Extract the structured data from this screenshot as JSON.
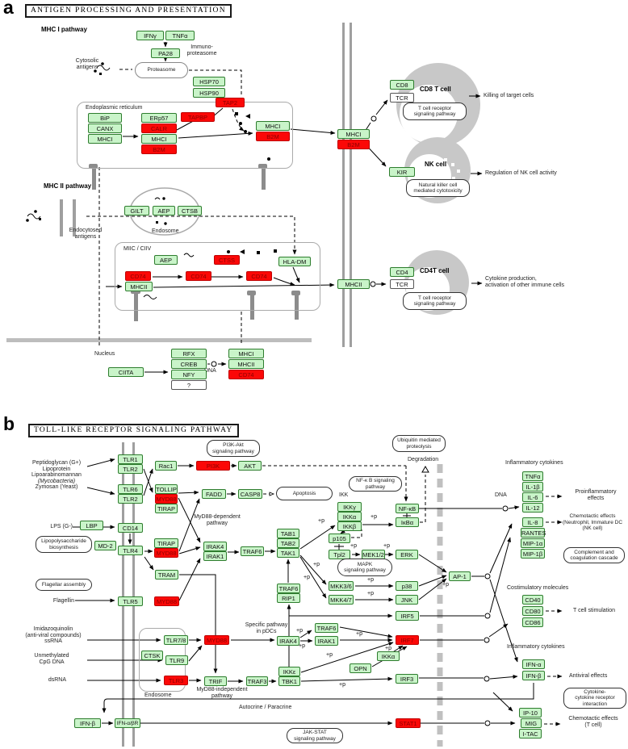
{
  "colors": {
    "node_green": "#c9f4c9",
    "node_red": "#fb0807",
    "red_text": "#8b0000",
    "membrane_gray": "#9f9f9f",
    "nuclear_bar": "#bdbdbd",
    "cell_gray": "#c8c8c8"
  },
  "g": {
    "ifng": "IFNγ",
    "tnfa": "TNFα",
    "pa28": "PA28",
    "hsp70": "HSP70",
    "hsp90": "HSP90",
    "tap2": "TAP2",
    "bip": "BiP",
    "canx": "CANX",
    "mhci": "MHCI",
    "erp57": "ERp57",
    "calr": "CALR",
    "b2m": "B2M",
    "tapbp": "TAPBP",
    "cd8": "CD8",
    "tcr": "TCR",
    "kir": "KIR",
    "gilt": "GILT",
    "aep": "AEP",
    "ctsb": "CTSB",
    "cd74": "CD74",
    "mhcii": "MHCII",
    "ctss": "CTSS",
    "hladm": "HLA-DM",
    "cd4": "CD4",
    "ciita": "CIITA",
    "rfx": "RFX",
    "creb": "CREB",
    "nfy": "NFY",
    "q": "?",
    "tlr1": "TLR1",
    "tlr2": "TLR2",
    "tlr6": "TLR6",
    "rac1": "Rac1",
    "pi3k": "PI3K",
    "akt": "AKT",
    "tollip": "TOLLIP",
    "myd88": "MYD88",
    "tirap": "TIRAP",
    "fadd": "FADD",
    "casp8": "CASP8",
    "lbp": "LBP",
    "cd14": "CD14",
    "md2": "MD-2",
    "tlr4": "TLR4",
    "tram": "TRAM",
    "tlr5": "TLR5",
    "irak4": "IRAK4",
    "irak1": "IRAK1",
    "traf6": "TRAF6",
    "tab1": "TAB1",
    "tab2": "TAB2",
    "tak1": "TAK1",
    "rip1": "RIP1",
    "ikkg": "IKKγ",
    "ikka": "IKKα",
    "ikkb": "IKKβ",
    "nfkb": "NF-κB",
    "ikba": "IκBα",
    "p105": "p105",
    "tpl2": "Tpl2",
    "mek12": "MEK1/2",
    "erk": "ERK",
    "mkk36": "MKK3/6",
    "p38": "p38",
    "mkk47": "MKK4/7",
    "jnk": "JNK",
    "ap1": "AP-1",
    "irf5": "IRF5",
    "irf7": "IRF7",
    "opn": "OPN",
    "tlr78": "TLR7/8",
    "ctsk": "CTSK",
    "tlr9": "TLR9",
    "tlr3": "TLR3",
    "trif": "TRIF",
    "traf3": "TRAF3",
    "ikke": "IKKε",
    "tbk1": "TBK1",
    "irf3": "IRF3",
    "il1b": "IL-1β",
    "il6": "IL-6",
    "il12": "IL-12",
    "il8": "IL-8",
    "rantes": "RANTES",
    "mip1a": "MIP-1α",
    "mip1b": "MIP-1β",
    "cd40": "CD40",
    "cd80": "CD80",
    "cd86": "CD86",
    "ifna": "IFN-α",
    "ifnb": "IFN-β",
    "ip10": "IP-10",
    "mig": "MIG",
    "itac": "I-TAC",
    "ifnabr": "IFN-α/βR",
    "stat1": "STAT1"
  },
  "pw": {
    "prot": "Proteasome",
    "tcr1": "T cell receptor",
    "sig": "signaling pathway",
    "nk1": "Natural killer cell",
    "nk2": "mediated cytotoxicity",
    "pi3k1": "PI3K-Akt",
    "ubiq1": "Ubiquitin mediated",
    "ubiq2": "proteolysis",
    "nfkb1": "NF-κ B signaling",
    "path": "pathway",
    "apoptosis": "Apoptosis",
    "mapk": "MAPK",
    "comp1": "Complement and",
    "comp2": "coagulation cascade",
    "cyt1": "Cytokine-",
    "cyt2": "cytokine receptor",
    "cyt3": "interaction",
    "jak": "JAK-STAT",
    "lps1": "Lipopolysaccharide",
    "lps2": "biosynthesis",
    "flag": "Flagellar assembly"
  },
  "t": {
    "letter_a": "a",
    "letter_b": "b",
    "a_title": "ANTIGEN PROCESSING AND PRESENTATION",
    "b_title": "TOLL-LIKE RECEPTOR SIGNALING PATHWAY",
    "mhc1": "MHC I pathway",
    "mhc2": "MHC II pathway",
    "immuno1": "Immuno-",
    "immuno2": "proteasome",
    "cyto1": "Cytosolic",
    "cyto2": "antigens",
    "er": "Endoplasmic reticulum",
    "endoc1": "Endocytosed",
    "endoc2": "antigens",
    "endosome": "Endosome",
    "miic": "MIIC / CIIV",
    "nucleus": "Nucleus",
    "dna": "DNA",
    "cd8tcell": "CD8 T cell",
    "killing": "Killing of target cells",
    "nkcell": "NK cell",
    "regnk": "Regulation of NK cell activity",
    "cd4tcell": "CD4T cell",
    "cytprod1": "Cytokine production,",
    "cytprod2": "activation of other immune cells",
    "pep1": "Peptidoglycan (G+)",
    "pep2": "Lipoprotein",
    "pep3": "Lipoarabinomannan",
    "pep4": "(Mycobacteria)",
    "pep5": "Zymosan (Yeast)",
    "lps": "LPS (G-)",
    "flagellin": "Flagellin",
    "imid1": "Imidazoquinolin",
    "imid2": "(anti-viral compounds)",
    "imid3": "ssRNA",
    "unmeth1": "Unmethylated",
    "unmeth2": "CpG DNA",
    "dsrna": "dsRNA",
    "myd88dep1": "MyD88-dependent",
    "myd88dep2": "pathway",
    "myd88ind1": "MyD88-independent",
    "myd88ind2": "pathway",
    "specific1": "Specific pathway",
    "specific2": "in pDCs",
    "ikk": "IKK",
    "degradation": "Degradation",
    "autocrine": "Autocrine / Paracrine",
    "inflam": "Inflammatory cytokines",
    "costim": "Costimulatory molecules",
    "proinflam1": "Proinflammatory",
    "proinflam2": "effects",
    "chemo1": "Chemotactic effects",
    "chemo2": "(Neutrophil, Immature DC",
    "chemo3": "(NK cell)",
    "tstim": "T cell stimulation",
    "antiviral": "Antiviral effects",
    "tcell": "(T cell)",
    "pp": "+p"
  }
}
